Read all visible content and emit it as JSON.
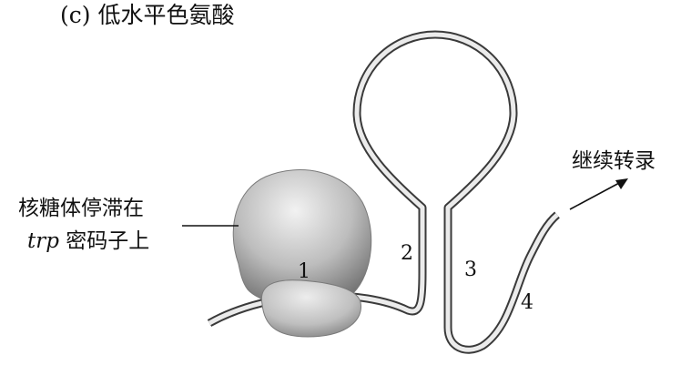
{
  "figure": {
    "title": "(c) 低水平色氨酸",
    "ribosome_label_line1": "核糖体停滞在",
    "ribosome_label_italic": "trp",
    "ribosome_label_rest": " 密码子上",
    "continue_label": "继续转录",
    "region_1": "1",
    "region_2": "2",
    "region_3": "3",
    "region_4": "4"
  },
  "colors": {
    "strand_outline": "#3a3a3a",
    "strand_fill": "#ebebeb",
    "ribosome_light": "#eeeeee",
    "ribosome_dark": "#7a7a7a"
  }
}
